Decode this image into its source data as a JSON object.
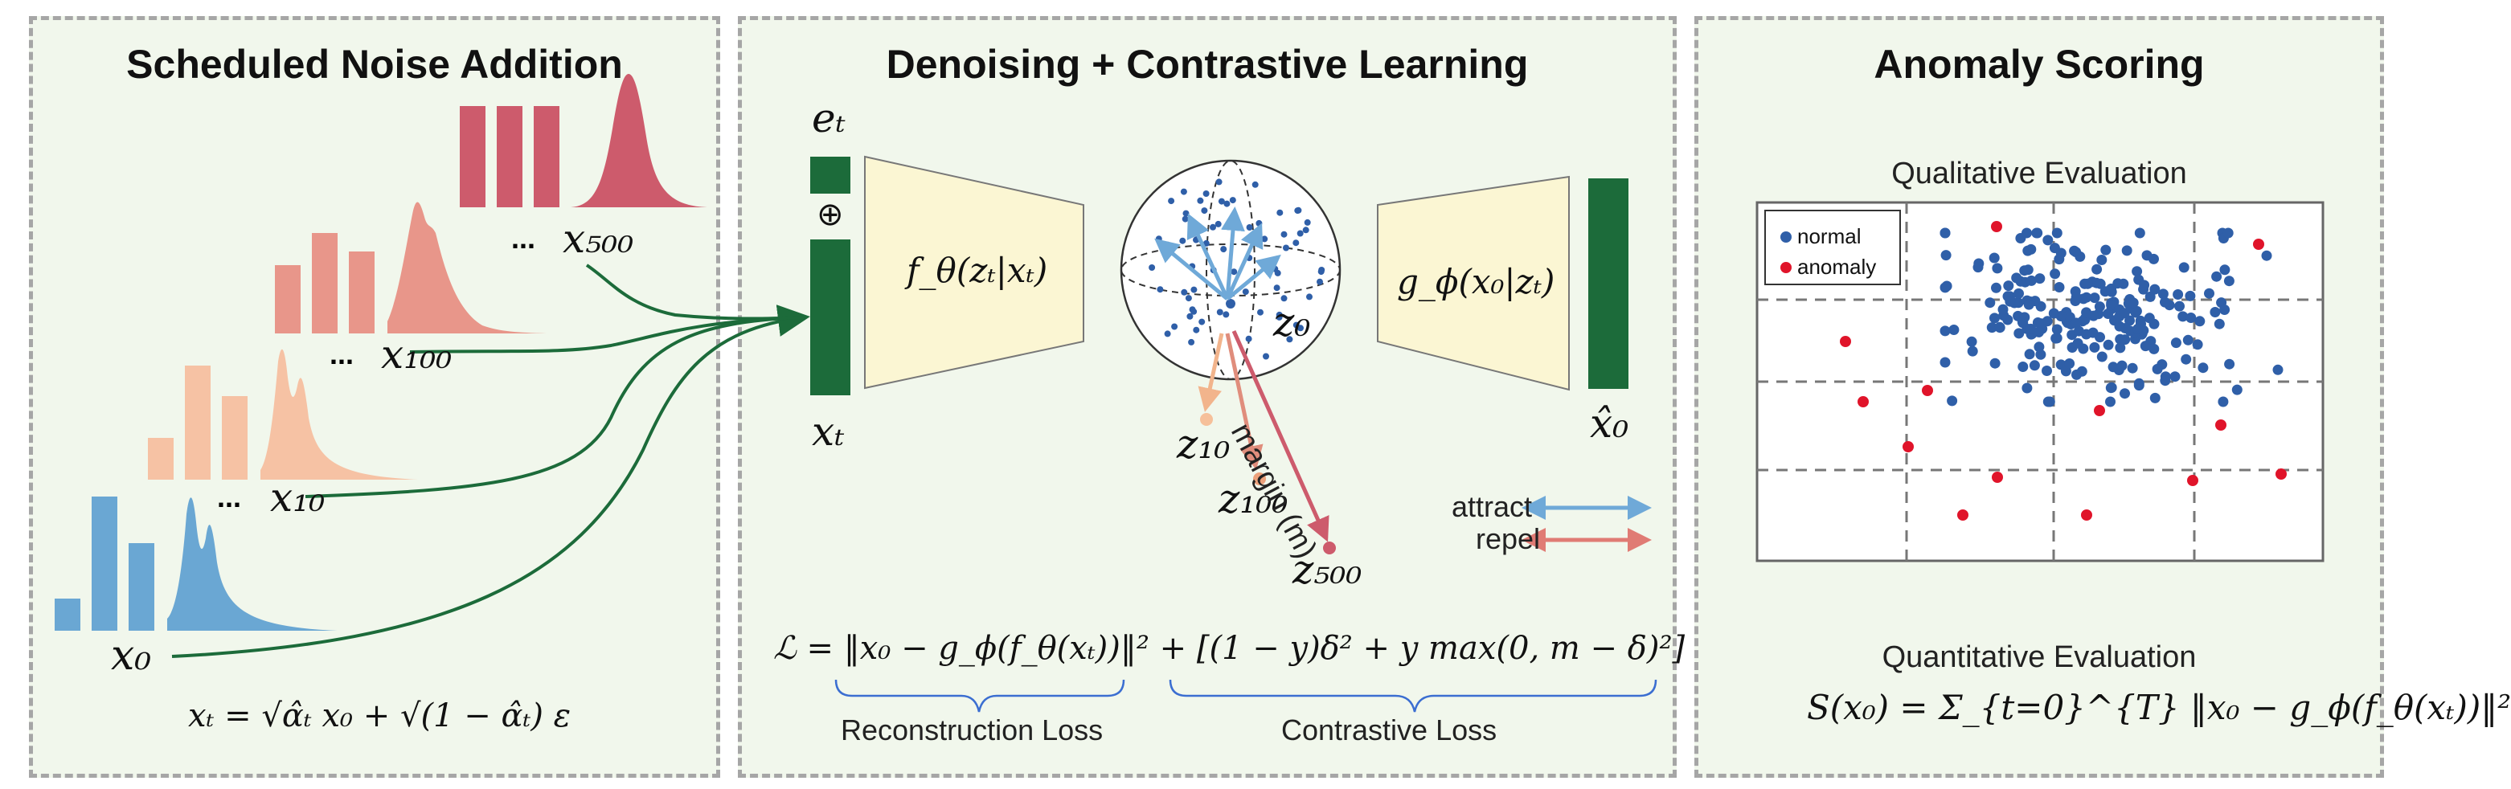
{
  "panels": {
    "noise": {
      "title": "Scheduled Noise Addition",
      "labels": {
        "x0": "x₀",
        "x10": "x₁₀",
        "x100": "x₁₀₀",
        "x500": "x₅₀₀",
        "ellipsis": "...",
        "formula": "xₜ = √α̂ₜ x₀ + √(1 − α̂ₜ) ε"
      }
    },
    "denoise": {
      "title": "Denoising + Contrastive Learning",
      "labels": {
        "et": "eₜ",
        "oplus": "⊕",
        "xt": "xₜ",
        "encoder": "f_θ(zₜ|xₜ)",
        "decoder": "g_ϕ(x₀|zₜ)",
        "z0": "z₀",
        "z10": "z₁₀",
        "z100": "z₁₀₀",
        "z500": "z₅₀₀",
        "margin": "margin (m)",
        "xhat0": "x̂₀",
        "attract": "attract",
        "repel": "repel",
        "loss_formula": "ℒ = ‖x₀ − g_ϕ(f_θ(xₜ))‖² +  [(1 − y)δ² + y max(0, m − δ)²]",
        "reconstruction_loss": "Reconstruction Loss",
        "contrastive_loss": "Contrastive Loss"
      }
    },
    "scoring": {
      "title": "Anomaly Scoring",
      "qualitative": "Qualitative Evaluation",
      "quantitative": "Quantitative Evaluation",
      "legend": {
        "normal": "normal",
        "anomaly": "anomaly"
      },
      "score_formula": "S(x₀) = Σ_{t=0}^{T} ‖x₀ − g_ϕ(f_θ(xₜ))‖²"
    }
  },
  "colors": {
    "panel_bg": "#f1f7ec",
    "panel_border": "#a6a6a6",
    "blue": "#6aa7d3",
    "peach": "#f6c2a4",
    "salmon": "#e8968a",
    "red": "#cd5b6c",
    "dark_green": "#1c6b3a",
    "box_fill": "#fbf6d3",
    "attract": "#6fa9d8",
    "repel": "#e07b74",
    "normal_dot": "#2f5fa8",
    "anomaly_dot": "#e0142a"
  },
  "icons": {
    "sphere": "latent-sphere",
    "arrow": "arrow"
  }
}
